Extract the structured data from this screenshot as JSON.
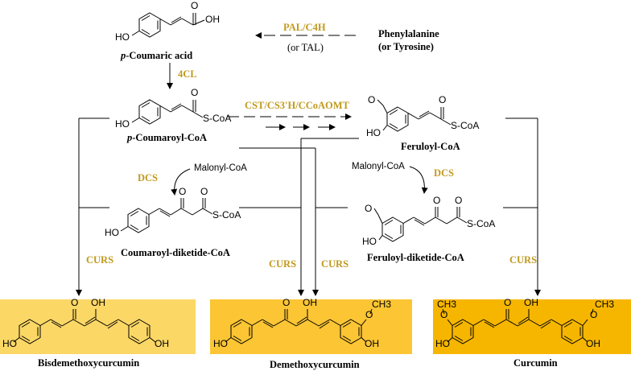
{
  "compounds": {
    "p_coumaric_acid": {
      "prefix": "p",
      "name": "-Coumaric acid"
    },
    "phenylalanine": {
      "line1": "Phenylalanine",
      "line2": "(or Tyrosine)"
    },
    "p_coumaroyl_coa": {
      "prefix": "p",
      "name": "-Coumaroyl-CoA"
    },
    "feruloyl_coa": "Feruloyl-CoA",
    "coumaroyl_diketide_coa": "Coumaroyl-diketide-CoA",
    "feruloyl_diketide_coa": "Feruloyl-diketide-CoA",
    "bisdemethoxycurcumin": "Bisdemethoxycurcumin",
    "demethoxycurcumin": "Demethoxycurcumin",
    "curcumin": "Curcumin"
  },
  "enzymes": {
    "pal_c4h": "PAL/C4H",
    "tal": "(or TAL)",
    "fourcl": "4CL",
    "cst": "CST/CS3'H/CCoAOMT",
    "dcs_left": "DCS",
    "dcs_right": "DCS",
    "curs_1": "CURS",
    "curs_2": "CURS",
    "curs_3": "CURS",
    "curs_4": "CURS"
  },
  "cofactors": {
    "malonyl_left": "Malonyl-CoA",
    "malonyl_right": "Malonyl-CoA"
  },
  "atoms": {
    "oh": "OH",
    "ho": "HO",
    "o": "O",
    "scoa": "S-CoA",
    "och3": "CH3"
  },
  "colors": {
    "enzyme_text": "#c09a1e",
    "panel_bisdemethoxycurcumin": "#fbd766",
    "panel_demethoxycurcumin": "#fbc534",
    "panel_curcumin": "#f6b600"
  }
}
